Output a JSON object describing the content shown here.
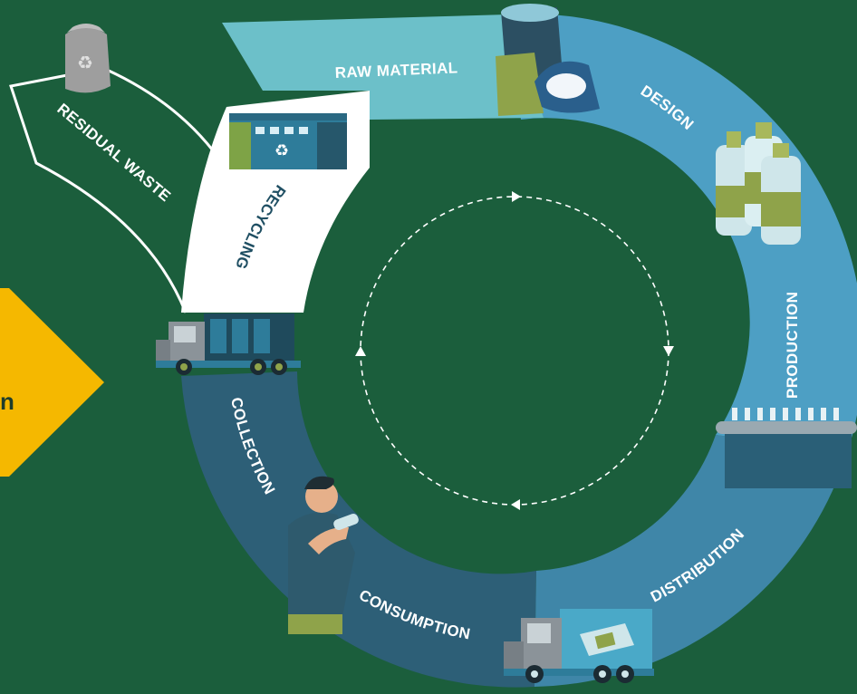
{
  "diagram": {
    "stages": {
      "raw_material": "RAW MATERIAL",
      "design": "DESIGN",
      "production": "PRODUCTION",
      "distribution": "DISTRIBUTION",
      "consumption": "CONSUMPTION",
      "collection": "COLLECTION",
      "recycling": "RECYCLING",
      "residual_waste": "RESIDUAL WASTE"
    },
    "side_banner_text": "n"
  },
  "colors": {
    "background": "#1b5e3c",
    "ring_light": "#4d9fc4",
    "ring_mid": "#3f86a8",
    "ring_dark": "#2d5f77",
    "raw_material_band": "#6cc0c9",
    "recycling_band": "#ffffff",
    "banner": "#f5b800",
    "label_on_dark": "#ffffff",
    "label_on_light": "#1f4f63"
  },
  "icons": [
    "recycle-bag-icon",
    "recycling-plant-icon",
    "garbage-truck-icon",
    "raw-material-sacks-icon",
    "bottles-icon",
    "conveyor-belt-icon",
    "delivery-truck-icon",
    "person-drinking-icon"
  ]
}
